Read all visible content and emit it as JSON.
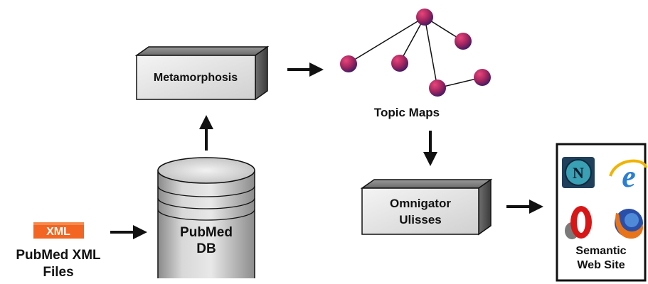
{
  "nodes": {
    "metamorphosis": {
      "label": "Metamorphosis"
    },
    "topic_maps": {
      "label": "Topic Maps"
    },
    "pubmed_db": {
      "line1": "PubMed",
      "line2": "DB"
    },
    "xml_files": {
      "badge": "XML",
      "line1": "PubMed XML",
      "line2": "Files"
    },
    "omnigator": {
      "line1": "Omnigator",
      "line2": "Ulisses"
    },
    "semantic_web": {
      "line1": "Semantic",
      "line2": "Web Site"
    }
  },
  "icons": [
    "netscape-icon",
    "internet-explorer-icon",
    "opera-icon",
    "firefox-icon"
  ],
  "colors": {
    "node_dark": "#4b1e5e",
    "node_mid": "#a2255f",
    "node_light": "#e23c72"
  }
}
